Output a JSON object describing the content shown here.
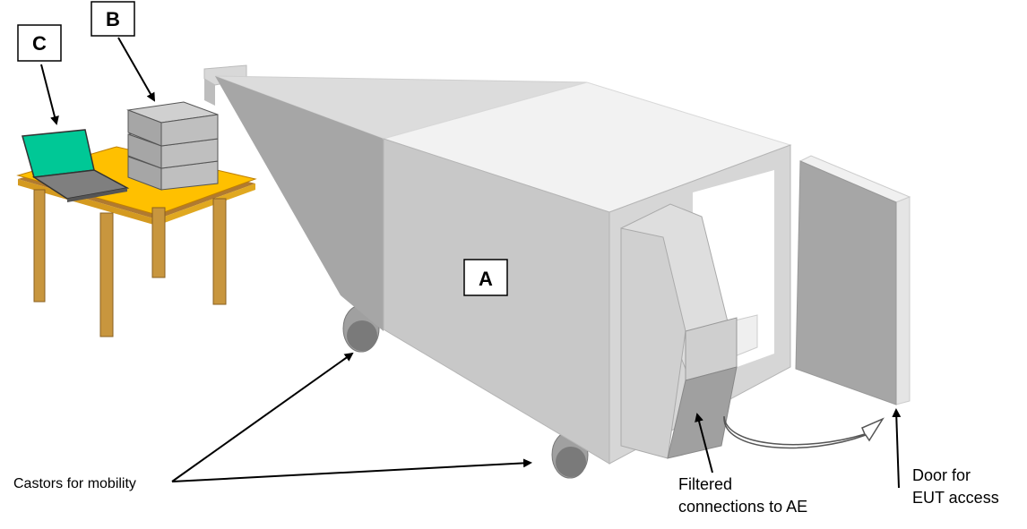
{
  "labels": {
    "a": "A",
    "b": "B",
    "c": "C"
  },
  "callouts": {
    "castors": "Castors for mobility",
    "filtered_line1": "Filtered",
    "filtered_line2": "connections to AE",
    "door_line1": "Door for",
    "door_line2": "EUT access"
  },
  "colors": {
    "table_top": "#ffc000",
    "table_legs": "#c8963e",
    "laptop_screen": "#00c896",
    "chamber_light": "#dcdcdc",
    "chamber_mid": "#c8c8c8",
    "chamber_dark": "#a6a6a6"
  }
}
